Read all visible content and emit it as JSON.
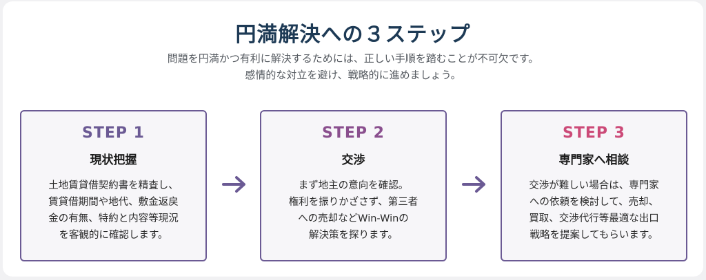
{
  "header": {
    "title": "円満解決への３ステップ",
    "subtitle_line1": "問題を円満かつ有利に解決するためには、正しい手順を踏むことが不可欠です。",
    "subtitle_line2": "感情的な対立を避け、戦略的に進めましょう。"
  },
  "steps": [
    {
      "label": "STEP 1",
      "color": "#6b5a94",
      "heading": "現状把握",
      "lines": [
        "土地賃貸借契約書を精査し、",
        "賃貸借期間や地代、敷金返戻",
        "金の有無、特約と内容等現況",
        "を客観的に確認します。"
      ]
    },
    {
      "label": "STEP 2",
      "color": "#8a4f8e",
      "heading": "交渉",
      "lines": [
        "まず地主の意向を確認。",
        "権利を振りかざさず、第三者",
        "への売却などWin-Winの",
        "解決策を探ります。"
      ]
    },
    {
      "label": "STEP 3",
      "color": "#cc4a78",
      "heading": "専門家へ相談",
      "lines": [
        "交渉が難しい場合は、専門家",
        "への依頼を検討して、売却、",
        "買取、交渉代行等最適な出口",
        "戦略を提案してもらいます。"
      ]
    }
  ],
  "arrow_color": "#6b5a94",
  "arrow_icon": "right-arrow-icon"
}
